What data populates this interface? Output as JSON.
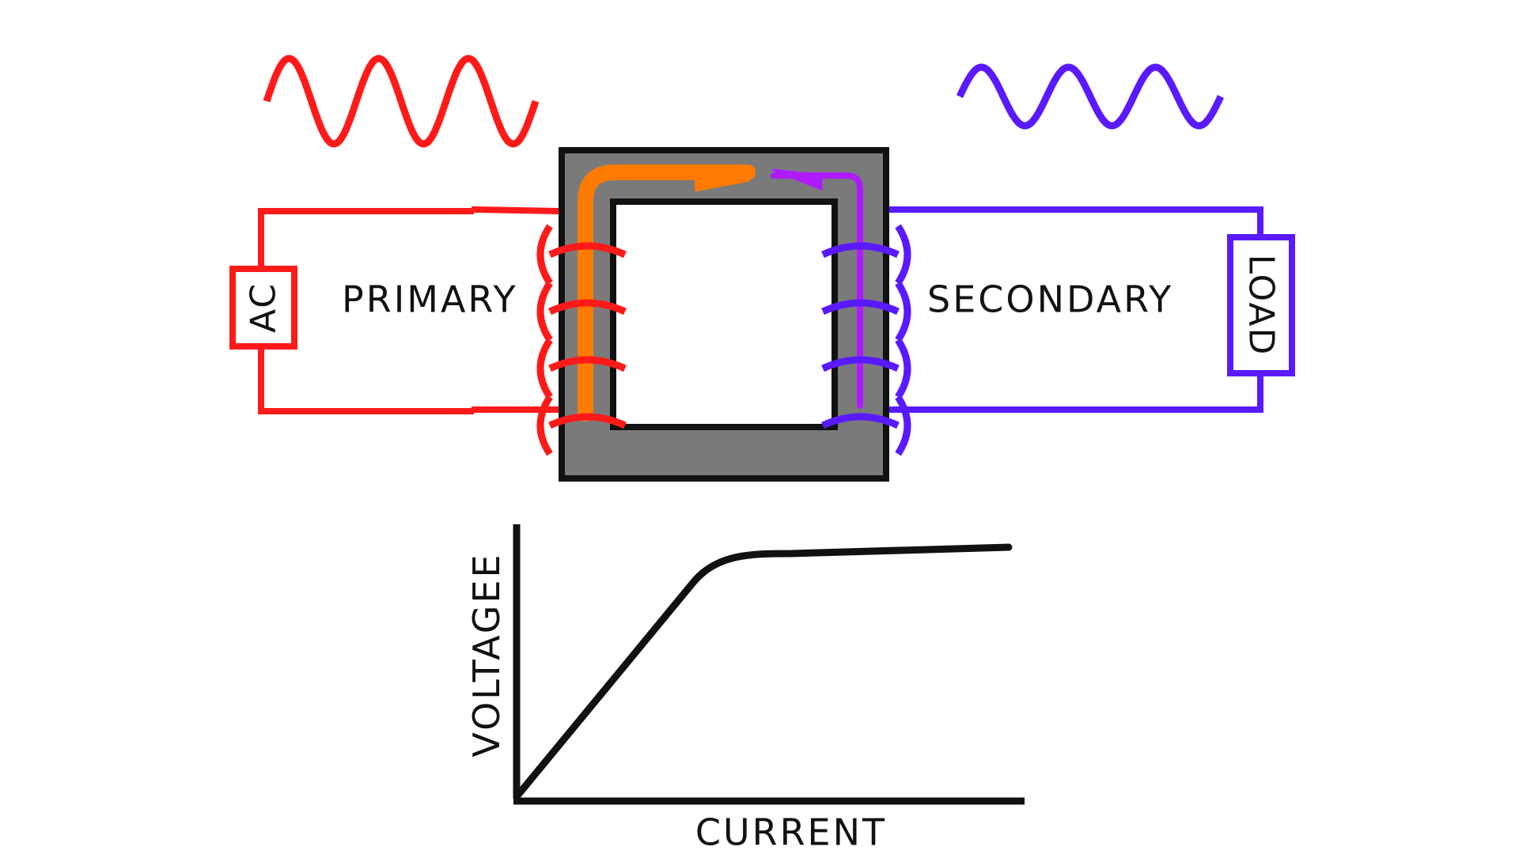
{
  "labels": {
    "primary": "PRIMARY",
    "secondary": "SECONDARY",
    "source": "AC",
    "load": "LOAD",
    "y_axis": "VOLTAGEE",
    "x_axis": "CURRENT"
  },
  "colors": {
    "primary": "#ff1a1a",
    "secondary": "#5a1aff",
    "flux_primary": "#ff7a00",
    "flux_secondary": "#b01aff",
    "core": "#7a7a7a",
    "outline": "#111111",
    "background": "#ffffff"
  },
  "primary_coil_turns": 4,
  "secondary_coil_turns": 4,
  "primary_wave_cycles": 3,
  "secondary_wave_cycles": 3
}
